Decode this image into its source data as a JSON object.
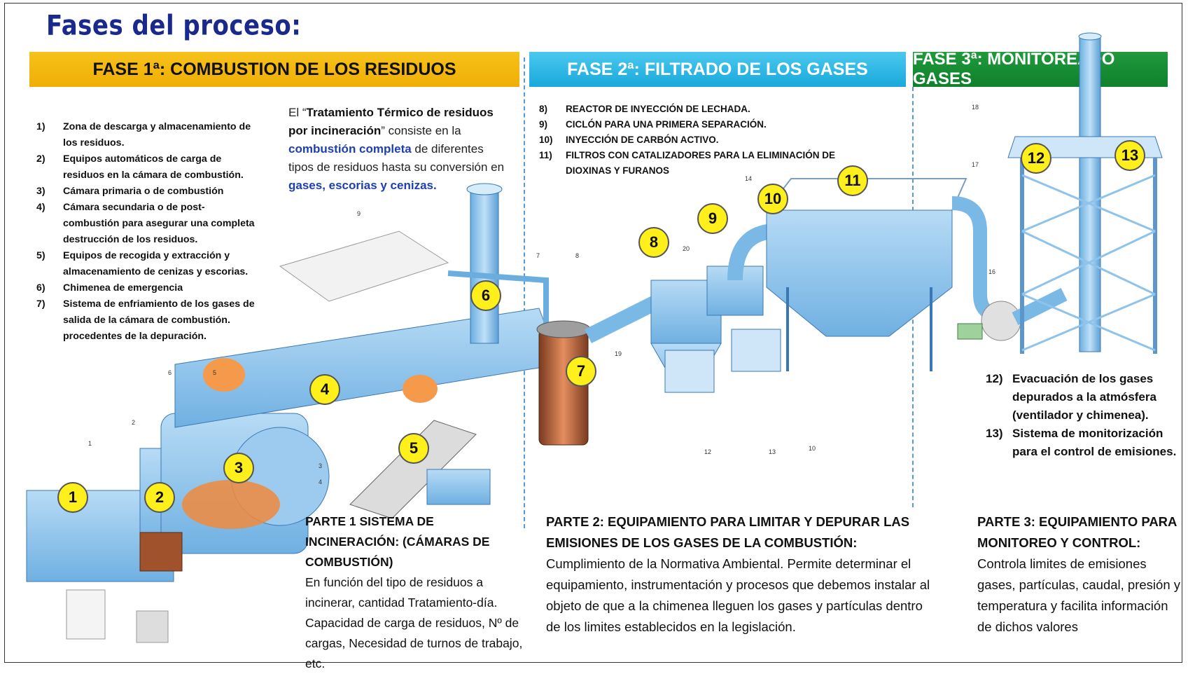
{
  "title": "Fases del proceso:",
  "phases": [
    {
      "label": "FASE 1ª: COMBUSTION DE LOS RESIDUOS"
    },
    {
      "label": "FASE 2ª:  FILTRADO DE LOS GASES"
    },
    {
      "label": "FASE 3ª: MONITOREADO GASES"
    }
  ],
  "phase1_list": [
    {
      "num": "1)",
      "text": "Zona de descarga y almacenamiento de los residuos."
    },
    {
      "num": "2)",
      "text": "Equipos automáticos de carga de residuos en la cámara de combustión."
    },
    {
      "num": "3)",
      "text": "Cámara primaria o de combustión"
    },
    {
      "num": "4)",
      "text": "Cámara secundaria o de post-combustión para asegurar una completa destrucción de los residuos."
    },
    {
      "num": "5)",
      "text": "Equipos de recogida y extracción y almacenamiento de cenizas y escorias."
    },
    {
      "num": "6)",
      "text": "Chimenea de emergencia"
    },
    {
      "num": "7)",
      "text": "Sistema de enfriamiento de los gases de salida de la cámara de combustión. procedentes de la depuración."
    }
  ],
  "intro": {
    "p1": "El “",
    "p2": "Tratamiento Térmico de residuos por incineración",
    "p3": "” consiste en la ",
    "p4": "combustión completa",
    "p5": " de diferentes tipos de residuos  hasta su conversión en  ",
    "p6": "gases, escorias y cenizas."
  },
  "phase2_list": [
    {
      "num": "8)",
      "text": "REACTOR DE INYECCIÓN DE LECHADA."
    },
    {
      "num": "9)",
      "text": "CICLÓN PARA UNA PRIMERA SEPARACIÓN."
    },
    {
      "num": "10)",
      "text": "INYECCIÓN DE CARBÓN ACTIVO."
    },
    {
      "num": "11)",
      "text": "FILTROS CON CATALIZADORES PARA LA ELIMINACIÓN DE DIOXINAS Y FURANOS"
    }
  ],
  "phase3_list": [
    {
      "num": "12)",
      "text": "Evacuación de los gases depurados a la atmósfera (ventilador y chimenea)."
    },
    {
      "num": "13)",
      "text": "Sistema de monitorización para el control de emisiones."
    }
  ],
  "parts": [
    {
      "heading": "PARTE 1 SISTEMA DE INCINERACIÓN: (CÁMARAS  DE COMBUSTIÓN)",
      "body": "En función del tipo de residuos a incinerar, cantidad Tratamiento-día. Capacidad de carga de residuos, Nº de cargas, Necesidad de turnos de trabajo, etc."
    },
    {
      "heading": "PARTE 2: EQUIPAMIENTO  PARA LIMITAR Y DEPURAR LAS EMISIONES DE  LOS GASES DE LA COMBUSTIÓN:",
      "body": "Cumplimiento de la Normativa Ambiental. Permite determinar el equipamiento, instrumentación y  procesos que debemos instalar al objeto de que a la chimenea lleguen los gases y partículas dentro de los limites establecidos en la legislación."
    },
    {
      "heading": "PARTE 3: EQUIPAMIENTO PARA MONITOREO Y CONTROL:",
      "body": "Controla limites de emisiones gases, partículas, caudal, presión y temperatura y facilita información de dichos valores"
    }
  ],
  "badges": [
    "1",
    "2",
    "3",
    "4",
    "5",
    "6",
    "7",
    "8",
    "9",
    "10",
    "11",
    "12",
    "13"
  ],
  "small_labels": [
    "1",
    "2",
    "3",
    "4",
    "5",
    "6",
    "7",
    "8",
    "9",
    "10",
    "12",
    "13",
    "14",
    "16",
    "17",
    "18",
    "19",
    "20"
  ],
  "colors": {
    "title": "#1a2a8c",
    "phase1": "#f6c21a",
    "phase2": "#18a9dc",
    "phase3": "#10802c",
    "badge": "#ffef1a",
    "equipment": "#8fc3ea"
  }
}
